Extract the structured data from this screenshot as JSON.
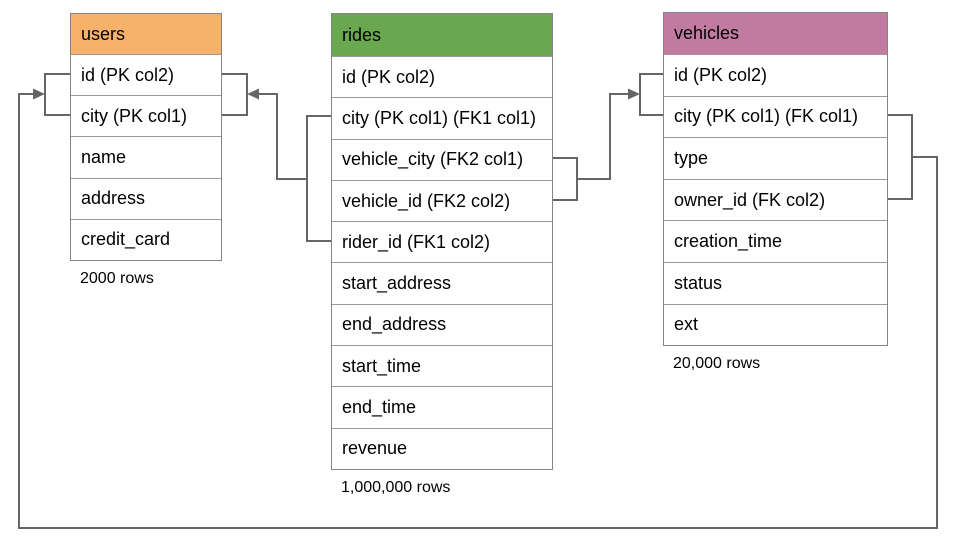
{
  "tables": [
    {
      "name": "users",
      "header_color": "#f6b26b",
      "columns": [
        "id (PK col2)",
        "city (PK col1)",
        "name",
        "address",
        "credit_card"
      ],
      "row_count_label": "2000 rows"
    },
    {
      "name": "rides",
      "header_color": "#6aa84f",
      "columns": [
        "id (PK col2)",
        "city (PK col1) (FK1 col1)",
        "vehicle_city (FK2 col1)",
        "vehicle_id (FK2 col2)",
        "rider_id (FK1 col2)",
        "start_address",
        "end_address",
        "start_time",
        "end_time",
        "revenue"
      ],
      "row_count_label": "1,000,000 rows"
    },
    {
      "name": "vehicles",
      "header_color": "#c27ba0",
      "columns": [
        "id (PK col2)",
        "city (PK col1) (FK col1)",
        "type",
        "owner_id (FK col2)",
        "creation_time",
        "status",
        "ext"
      ],
      "row_count_label": "20,000 rows"
    }
  ],
  "relationships": [
    {
      "id": "FK1",
      "from": "rides (city, rider_id)",
      "to": "users (city, id)"
    },
    {
      "id": "FK2",
      "from": "rides (vehicle_city, vehicle_id)",
      "to": "vehicles (city, id)"
    },
    {
      "id": "FK",
      "from": "vehicles (city, owner_id)",
      "to": "users (city, id)"
    }
  ],
  "colors": {
    "connector": "#666666",
    "table_border": "#848484",
    "row_border": "#999999"
  }
}
